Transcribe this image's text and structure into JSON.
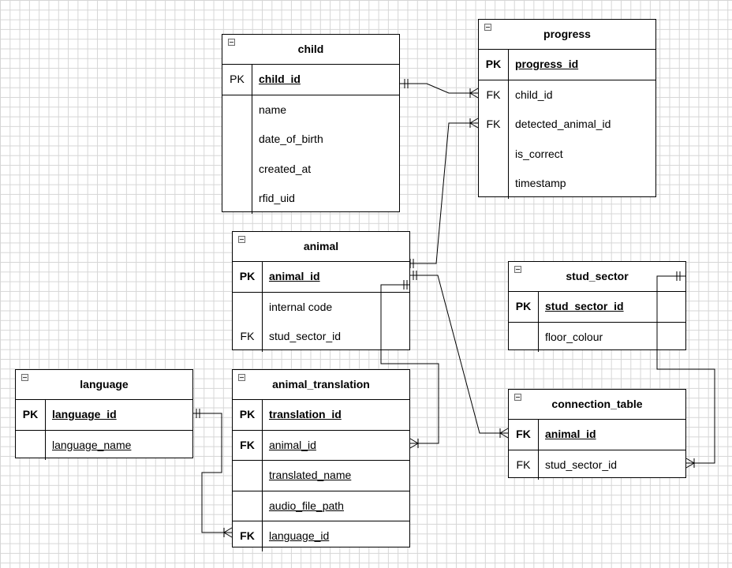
{
  "entities": {
    "child": {
      "title": "child",
      "rows": [
        {
          "key": "PK",
          "name": "child_id"
        },
        {
          "key": "",
          "name": "name"
        },
        {
          "key": "",
          "name": "date_of_birth"
        },
        {
          "key": "",
          "name": "created_at"
        },
        {
          "key": "",
          "name": "rfid_uid"
        }
      ]
    },
    "progress": {
      "title": "progress",
      "rows": [
        {
          "key": "PK",
          "name": "progress_id"
        },
        {
          "key": "FK",
          "name": "child_id"
        },
        {
          "key": "FK",
          "name": "detected_animal_id"
        },
        {
          "key": "",
          "name": "is_correct"
        },
        {
          "key": "",
          "name": "timestamp"
        }
      ]
    },
    "animal": {
      "title": "animal",
      "rows": [
        {
          "key": "PK",
          "name": "animal_id"
        },
        {
          "key": "",
          "name": "internal code"
        },
        {
          "key": "FK",
          "name": "stud_sector_id"
        }
      ]
    },
    "stud_sector": {
      "title": "stud_sector",
      "rows": [
        {
          "key": "PK",
          "name": "stud_sector_id"
        },
        {
          "key": "",
          "name": "floor_colour"
        }
      ]
    },
    "language": {
      "title": "language",
      "rows": [
        {
          "key": "PK",
          "name": "language_id"
        },
        {
          "key": "",
          "name": "language_name"
        }
      ]
    },
    "animal_translation": {
      "title": "animal_translation",
      "rows": [
        {
          "key": "PK",
          "name": "translation_id"
        },
        {
          "key": "FK",
          "name": "animal_id"
        },
        {
          "key": "",
          "name": "translated_name"
        },
        {
          "key": "",
          "name": "audio_file_path"
        },
        {
          "key": "FK",
          "name": "language_id"
        }
      ]
    },
    "connection_table": {
      "title": "connection_table",
      "rows": [
        {
          "key": "FK",
          "name": "animal_id"
        },
        {
          "key": "FK",
          "name": "stud_sector_id"
        }
      ]
    }
  }
}
